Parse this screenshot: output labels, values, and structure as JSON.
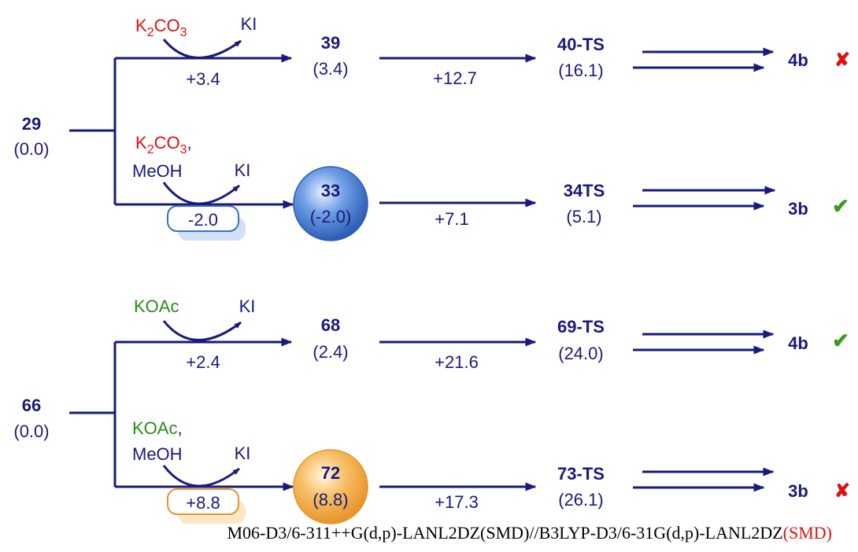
{
  "upper": {
    "start": {
      "id": "29",
      "energy": "(0.0)"
    },
    "path_a": {
      "reagent_base": "K",
      "reagent_sub": "2",
      "reagent_rest": "CO",
      "reagent_sub2": "3",
      "byproduct": "KI",
      "step1": "+3.4",
      "intermediate": {
        "id": "39",
        "energy": "(3.4)"
      },
      "step2": "+12.7",
      "ts": {
        "id": "40-TS",
        "energy": "(16.1)"
      },
      "product": "4b",
      "outcome": "✘"
    },
    "path_b": {
      "reagent_base": "K",
      "reagent_sub": "2",
      "reagent_rest": "CO",
      "reagent_sub2": "3",
      "reagent_comma": ",",
      "solvent": "MeOH",
      "byproduct": "KI",
      "step1": "-2.0",
      "intermediate": {
        "id": "33",
        "energy": "(-2.0)"
      },
      "step2": "+7.1",
      "ts": {
        "id": "34TS",
        "energy": "(5.1)"
      },
      "product": "3b",
      "outcome": "✔"
    }
  },
  "lower": {
    "start": {
      "id": "66",
      "energy": "(0.0)"
    },
    "path_a": {
      "reagent": "KOAc",
      "byproduct": "KI",
      "step1": "+2.4",
      "intermediate": {
        "id": "68",
        "energy": "(2.4)"
      },
      "step2": "+21.6",
      "ts": {
        "id": "69-TS",
        "energy": "(24.0)"
      },
      "product": "4b",
      "outcome": "✔"
    },
    "path_b": {
      "reagent": "KOAc",
      "reagent_comma": ",",
      "solvent": "MeOH",
      "byproduct": "KI",
      "step1": "+8.8",
      "intermediate": {
        "id": "72",
        "energy": "(8.8)"
      },
      "step2": "+17.3",
      "ts": {
        "id": "73-TS",
        "energy": "(26.1)"
      },
      "product": "3b",
      "outcome": "✘"
    }
  },
  "footer": {
    "method": "M06-D3/6-311++G(d,p)-LANL2DZ(SMD)//B3LYP-D3/6-31G(d,p)-LANL2DZ",
    "method_highlight": "(SMD)"
  },
  "colors": {
    "arrow": "#1a1a7a",
    "base_red": "#e01010",
    "base_green": "#2a8a1a",
    "ok_mark": "#3a9a1a",
    "bad_mark": "#e01010",
    "blue_sphere": "#3a6fc8",
    "orange_sphere": "#f2a33a"
  }
}
